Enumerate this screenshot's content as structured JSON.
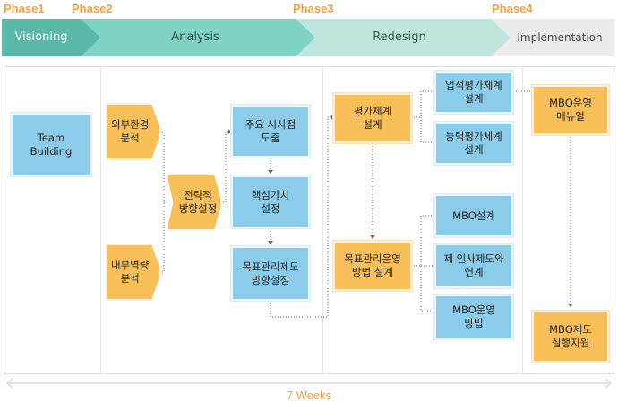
{
  "phases": [
    {
      "label": "Phase1",
      "name": "Visioning"
    },
    {
      "label": "Phase2",
      "name": "Analysis"
    },
    {
      "label": "Phase3",
      "name": "Redesign"
    },
    {
      "label": "Phase4",
      "name": "Implementation"
    }
  ],
  "colors": {
    "phase_label": "#f2a33a",
    "visioning": "#5ab8a8",
    "analysis": "#7fd3c4",
    "redesign": "#bfe6dd",
    "implementation": "#ececec",
    "task_blue": "#8acce9",
    "task_orange": "#f9c05a"
  },
  "boxes": {
    "team_building": "Team\nBuilding",
    "external_env": "외부환경\n분석",
    "internal_cap": "내부역량\n분석",
    "strategy": "전략적\n방향설정",
    "key_issues": "주요 시사점\n도출",
    "core_values": "핵심가치\n설정",
    "objective_mgmt": "목표관리제도\n방향설정",
    "eval_system": "평가체계\n설계",
    "objective_ops": "목표관리운영\n방법 설계",
    "performance_eval": "업적평가체계\n설계",
    "competency_eval": "능력평가체계\n설계",
    "mbo_design": "MBO설계",
    "hr_linkage": "제 인사제도와\n연계",
    "mbo_ops_method": "MBO운영\n방법",
    "mbo_manual": "MBO운영\n메뉴얼",
    "mbo_support": "MBO제도\n실행지원"
  },
  "duration": "7 Weeks"
}
